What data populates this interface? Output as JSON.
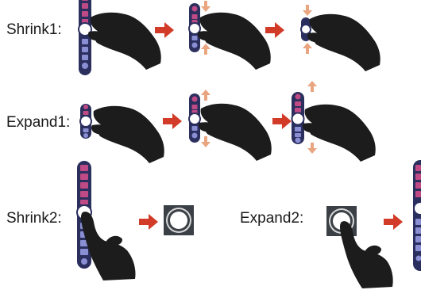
{
  "labels": {
    "shrink1": "Shrink1:",
    "expand1": "Expand1:",
    "shrink2": "Shrink2:",
    "expand2": "Expand2:"
  },
  "colors": {
    "arrow": "#d23b27",
    "hint_arrow": "#e9a57f",
    "bar_dark": "#2b2f5e",
    "bar_light": "#5a5f9a",
    "icon_pink": "#c04a86",
    "icon_blue": "#8a8fd4",
    "knob": "#ffffff",
    "tile": "#3a4045",
    "hand": "#1c1c1c"
  }
}
